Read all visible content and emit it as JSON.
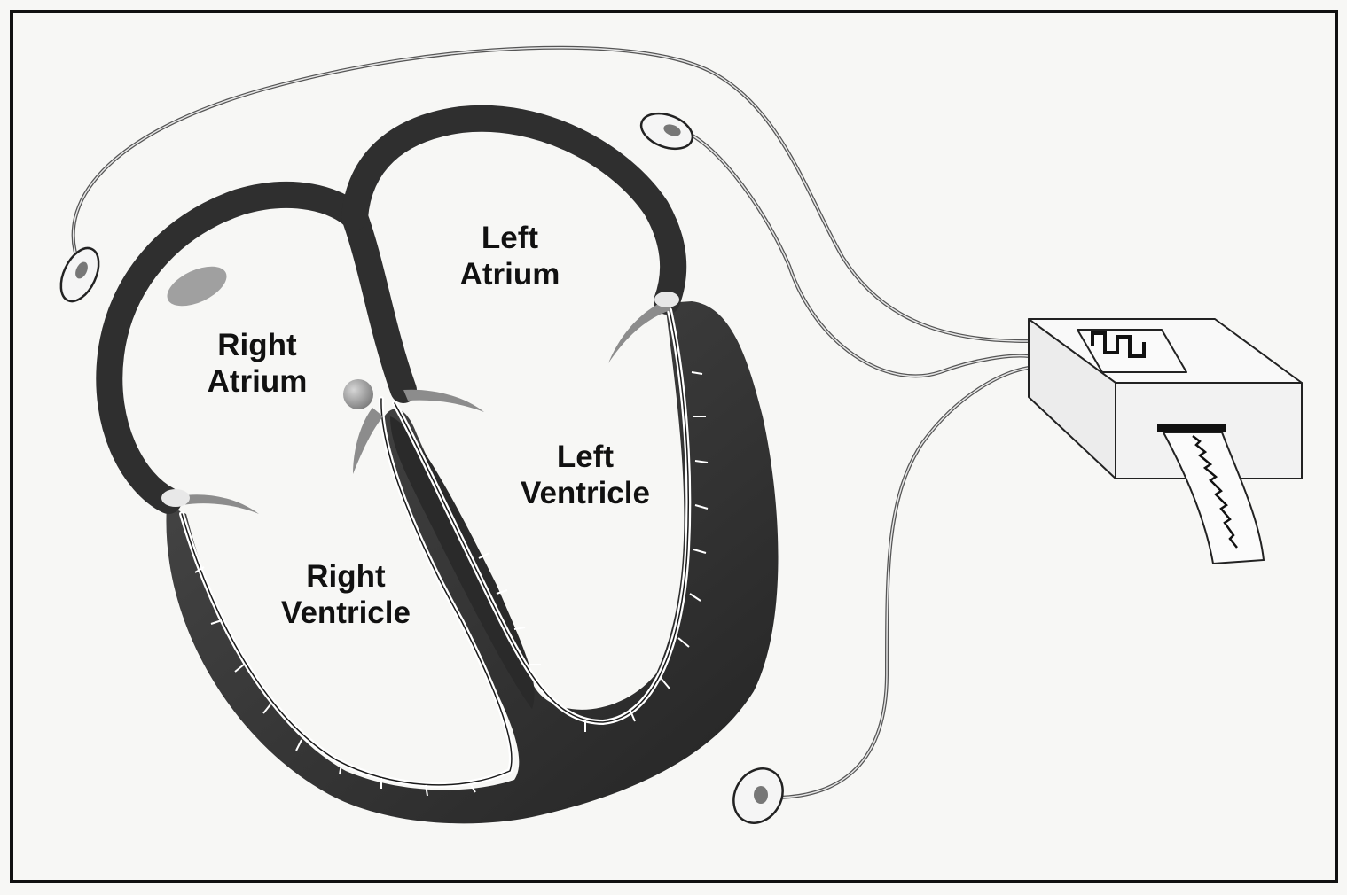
{
  "labels": {
    "right_atrium": [
      "Right",
      "Atrium"
    ],
    "left_atrium": [
      "Left",
      "Atrium"
    ],
    "right_ventricle": [
      "Right",
      "Ventricle"
    ],
    "left_ventricle": [
      "Left",
      "Ventricle"
    ]
  },
  "colors": {
    "background": "#f7f7f5",
    "frame": "#111111",
    "myocardium": "#3a3a3a",
    "myocardium_dark": "#1f1f1f",
    "conduction_fiber": "#ffffff",
    "node": "#9a9a9a",
    "lead_wire": "#555555",
    "ink": "#111111"
  }
}
